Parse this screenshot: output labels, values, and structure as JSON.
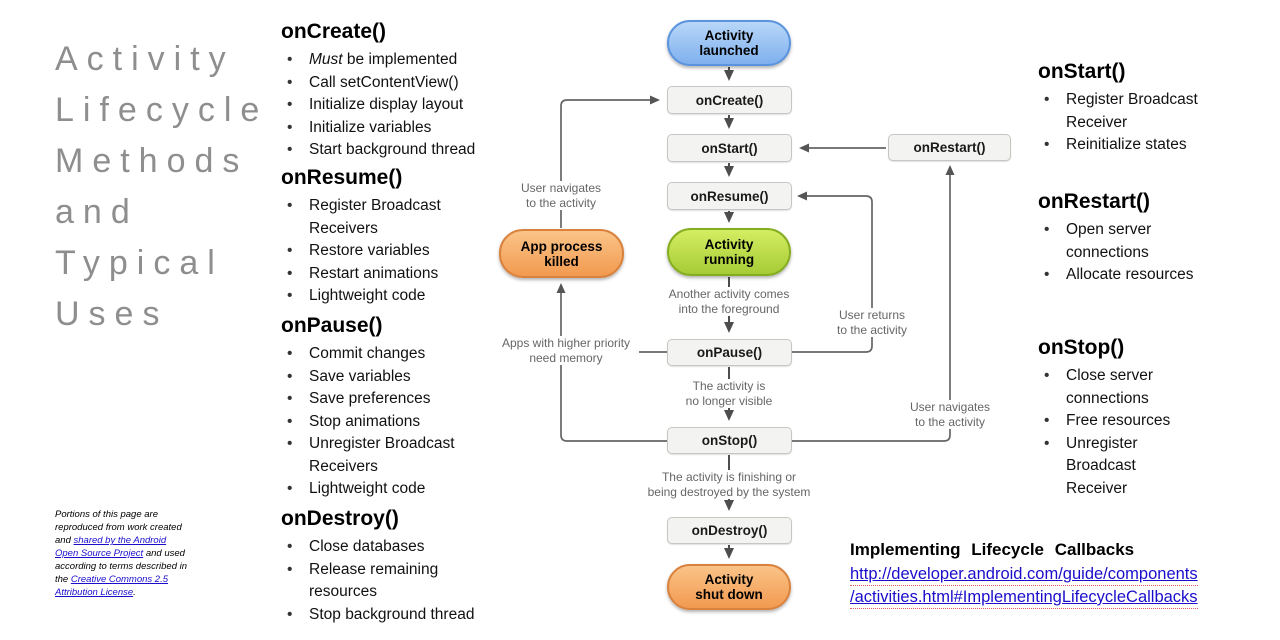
{
  "title": {
    "lines": [
      "Activity",
      "Lifecycle",
      "Methods",
      "and",
      "Typical",
      "Uses"
    ]
  },
  "sections_left": [
    {
      "heading": "onCreate()",
      "bullet0": {
        "italic": "Must",
        "rest": " be implemented"
      },
      "bullets": [
        "Call setContentView()",
        "Initialize display layout",
        "Initialize variables",
        "Start background thread"
      ]
    },
    {
      "heading": "onResume()",
      "bullets": [
        "Register Broadcast Receivers",
        "Restore variables",
        "Restart animations",
        "Lightweight code"
      ]
    },
    {
      "heading": "onPause()",
      "bullets": [
        "Commit changes",
        "Save variables",
        "Save preferences",
        "Stop animations",
        "Unregister Broadcast Receivers",
        "Lightweight code"
      ]
    },
    {
      "heading": "onDestroy()",
      "bullets": [
        "Close databases",
        "Release remaining resources",
        "Stop background thread"
      ]
    }
  ],
  "sections_right": [
    {
      "heading": "onStart()",
      "bullets": [
        "Register Broadcast Receiver",
        "Reinitialize states"
      ]
    },
    {
      "heading": "onRestart()",
      "bullets": [
        "Open server connections",
        "Allocate resources"
      ]
    },
    {
      "heading": "onStop()",
      "bullets": [
        "Close server connections",
        "Free resources",
        "Unregister Broadcast Receiver"
      ]
    }
  ],
  "diagram": {
    "nodes": {
      "activity_launched": "Activity\nlaunched",
      "on_create": "onCreate()",
      "on_start": "onStart()",
      "on_resume": "onResume()",
      "activity_running": "Activity\nrunning",
      "on_pause": "onPause()",
      "on_stop": "onStop()",
      "on_destroy": "onDestroy()",
      "activity_shut_down": "Activity\nshut down",
      "app_process_killed": "App process\nkilled",
      "on_restart": "onRestart()"
    },
    "labels": {
      "user_navigates_left": "User navigates\nto the activity",
      "apps_higher_priority": "Apps with higher priority\nneed memory",
      "another_activity": "Another activity comes\ninto the foreground",
      "user_returns": "User returns\nto the activity",
      "no_longer_visible": "The activity is\nno longer visible",
      "user_navigates_right": "User navigates\nto the activity",
      "finishing_destroyed": "The activity is finishing or\nbeing destroyed by the system"
    },
    "colors": {
      "pill_blue": "#7fb0ee",
      "pill_green": "#a5cc35",
      "pill_orange": "#f29a50",
      "box_bg": "#f3f3f1",
      "arrow_dark": "#4d4d4d",
      "arrow_gray": "#666666",
      "label_gray": "#666666",
      "title_gray": "#8e8e8e",
      "link_blue": "#1a0dcc"
    }
  },
  "fine_print": {
    "text1": "Portions of this page are reproduced from work created and ",
    "link1": "shared by the Android Open Source Project",
    "text2": " and used according to terms described in the ",
    "link2": "Creative Commons 2.5 Attribution License",
    "text3": "."
  },
  "implementing": {
    "heading": "Implementing Lifecycle Callbacks",
    "url_line1": "http://developer.android.com/guide/components",
    "url_line2": "/activities.html#ImplementingLifecycleCallbacks"
  }
}
